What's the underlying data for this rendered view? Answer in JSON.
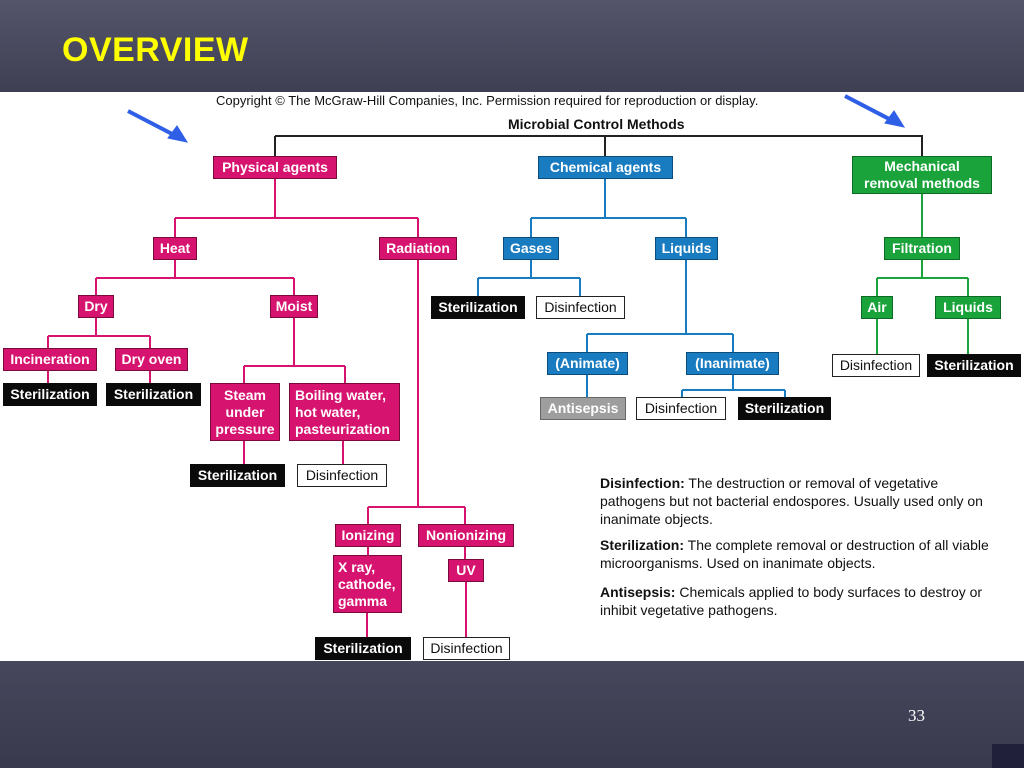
{
  "slide": {
    "title": "OVERVIEW",
    "page_number": "33"
  },
  "figure": {
    "copyright": "Copyright © The McGraw-Hill Companies, Inc. Permission required for reproduction or display.",
    "root": "Microbial Control Methods",
    "physical_agents": "Physical agents",
    "heat": "Heat",
    "radiation": "Radiation",
    "dry": "Dry",
    "moist": "Moist",
    "incineration": "Incineration",
    "dry_oven": "Dry oven",
    "incineration_result": "Sterilization",
    "dry_oven_result": "Sterilization",
    "steam": "Steam\nunder\npressure",
    "boiling": "Boiling water,\nhot water,\npasteurization",
    "steam_result": "Sterilization",
    "boiling_result": "Disinfection",
    "ionizing": "Ionizing",
    "nonionizing": "Nonionizing",
    "ionizing_sources": "X ray,\ncathode,\ngamma",
    "uv": "UV",
    "ionizing_result": "Sterilization",
    "uv_result": "Disinfection",
    "chemical_agents": "Chemical agents",
    "gases": "Gases",
    "liquids": "Liquids",
    "gases_result_1": "Sterilization",
    "gases_result_2": "Disinfection",
    "animate": "(Animate)",
    "inanimate": "(Inanimate)",
    "animate_result": "Antisepsis",
    "inanimate_result_1": "Disinfection",
    "inanimate_result_2": "Sterilization",
    "mechanical": "Mechanical\nremoval methods",
    "filtration": "Filtration",
    "air": "Air",
    "filt_liquids": "Liquids",
    "air_result": "Disinfection",
    "filt_liquids_result": "Sterilization"
  },
  "definitions": [
    {
      "term": "Disinfection:",
      "text": "The destruction or removal of vegetative pathogens but not bacterial endospores. Usually used only on inanimate objects."
    },
    {
      "term": "Sterilization:",
      "text": "The complete removal or destruction of all viable microorganisms. Used on inanimate objects."
    },
    {
      "term": "Antisepsis:",
      "text": "Chemicals applied to body surfaces to destroy or inhibit vegetative pathogens."
    }
  ],
  "colors": {
    "physical": "#d6136f",
    "chemical": "#1a7cc0",
    "mechanical": "#19a33a",
    "title": "#ffff00",
    "arrow": "#2f5fe6"
  }
}
